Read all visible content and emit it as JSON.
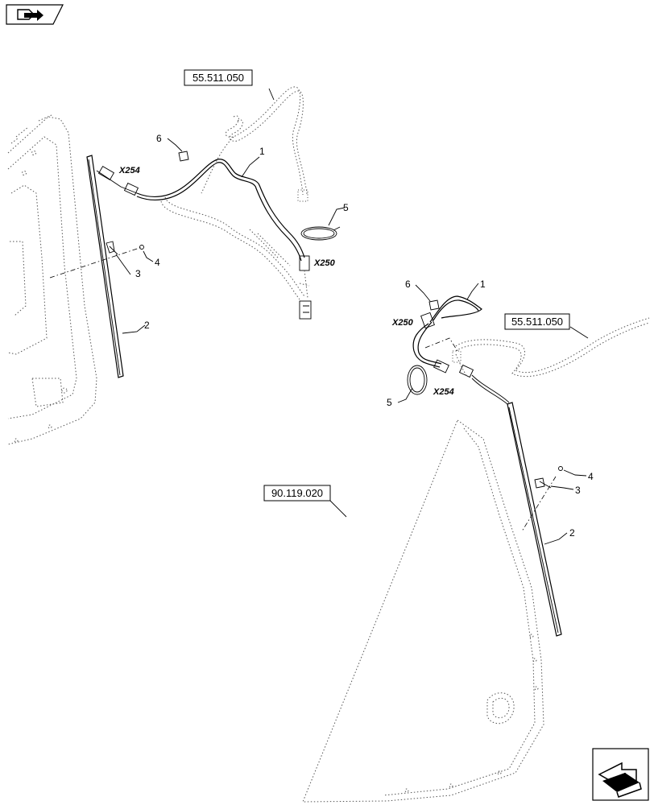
{
  "nav": {
    "top_icon": "page-navigation-icon",
    "bottom_icon": "next-page-arrow-icon"
  },
  "refs": {
    "harness_ref_left": "55.511.050",
    "harness_ref_right": "55.511.050",
    "windshield_ref": "90.119.020"
  },
  "connectors": {
    "left_x254": "X254",
    "left_x250": "X250",
    "right_x250": "X250",
    "right_x254": "X254"
  },
  "callouts": {
    "left": {
      "c1": "1",
      "c2": "2",
      "c3": "3",
      "c4": "4",
      "c5": "5",
      "c6": "6"
    },
    "right": {
      "c1": "1",
      "c2": "2",
      "c3": "3",
      "c4": "4",
      "c5": "5",
      "c6": "6"
    }
  }
}
